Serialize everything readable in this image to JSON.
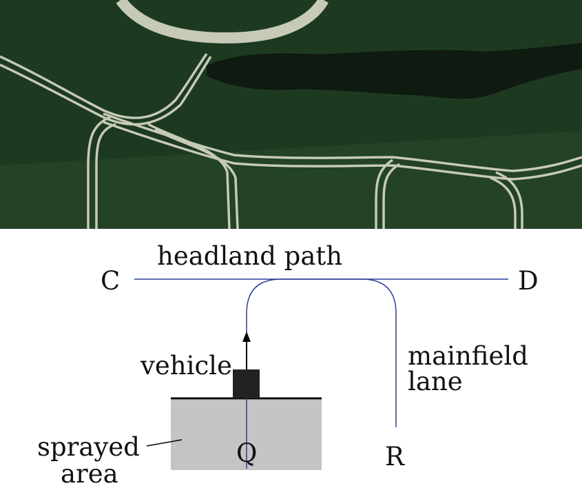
{
  "colors": {
    "field": "#1d3a21",
    "field_light": "#2c4d2c",
    "hedge": "#0f1a10",
    "track": "#c7cab7",
    "path": "#2b3f9a",
    "sprayed_area": "#c4c4c4",
    "vehicle": "#222222",
    "boundary": "#000000"
  },
  "labels": {
    "headland_path": "headland path",
    "point_c": "C",
    "point_d": "D",
    "vehicle": "vehicle",
    "mainfield_lane_line1": "mainfield",
    "mainfield_lane_line2": "lane",
    "sprayed_area_line1": "sprayed",
    "sprayed_area_line2": "area",
    "point_q": "Q",
    "point_r": "R"
  }
}
